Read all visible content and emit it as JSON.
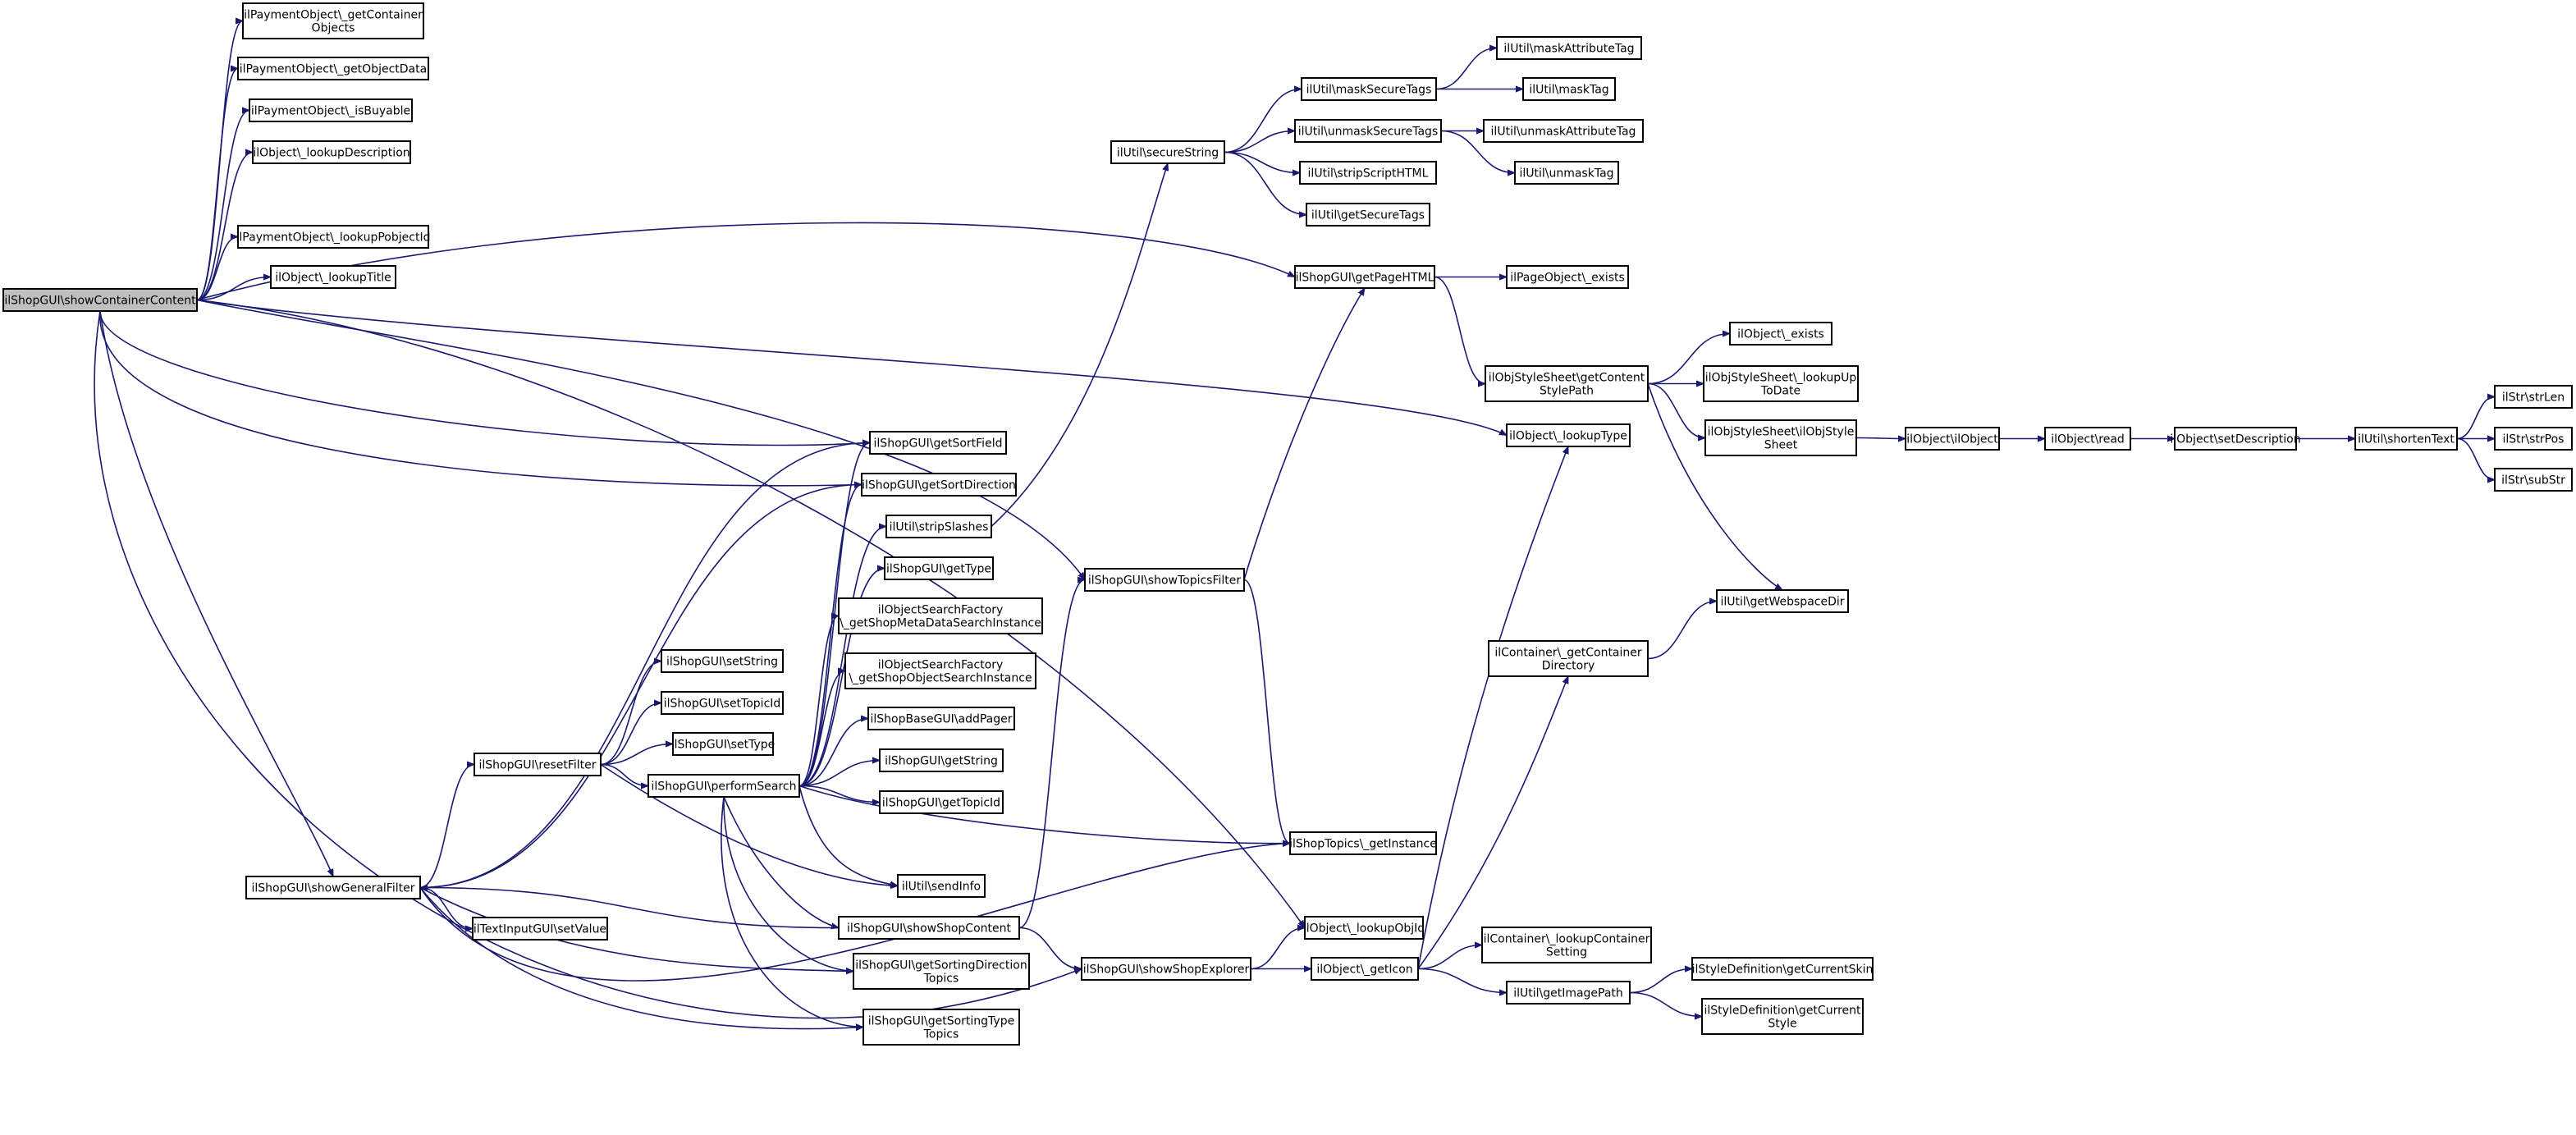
{
  "diagram": {
    "nodes": [
      {
        "id": "n1",
        "label": "ilShopGUI\\showContainerContent",
        "highlight": true
      },
      {
        "id": "n2",
        "label": "ilPaymentObject\\_getContainer\nObjects"
      },
      {
        "id": "n3",
        "label": "ilPaymentObject\\_getObjectData"
      },
      {
        "id": "n4",
        "label": "ilPaymentObject\\_isBuyable"
      },
      {
        "id": "n5",
        "label": "ilObject\\_lookupDescription"
      },
      {
        "id": "n6",
        "label": "ilPaymentObject\\_lookupPobjectId"
      },
      {
        "id": "n7",
        "label": "ilObject\\_lookupTitle"
      },
      {
        "id": "n8",
        "label": "ilShopGUI\\getSortField"
      },
      {
        "id": "n9",
        "label": "ilShopGUI\\getSortDirection"
      },
      {
        "id": "n10",
        "label": "ilUtil\\stripSlashes"
      },
      {
        "id": "n11",
        "label": "ilShopGUI\\getType"
      },
      {
        "id": "n12",
        "label": "ilObjectSearchFactory\n\\_getShopMetaDataSearchInstance"
      },
      {
        "id": "n13",
        "label": "ilObjectSearchFactory\n\\_getShopObjectSearchInstance"
      },
      {
        "id": "n14",
        "label": "ilShopBaseGUI\\addPager"
      },
      {
        "id": "n15",
        "label": "ilShopGUI\\getString"
      },
      {
        "id": "n16",
        "label": "ilShopGUI\\getTopicId"
      },
      {
        "id": "n17",
        "label": "ilShopGUI\\setString"
      },
      {
        "id": "n18",
        "label": "ilShopGUI\\setTopicId"
      },
      {
        "id": "n19",
        "label": "ilShopGUI\\setType"
      },
      {
        "id": "n20",
        "label": "ilShopGUI\\resetFilter"
      },
      {
        "id": "n21",
        "label": "ilShopGUI\\performSearch"
      },
      {
        "id": "n22",
        "label": "ilUtil\\sendInfo"
      },
      {
        "id": "n23",
        "label": "ilShopGUI\\showGeneralFilter"
      },
      {
        "id": "n24",
        "label": "ilTextInputGUI\\setValue"
      },
      {
        "id": "n25",
        "label": "ilShopGUI\\showShopContent"
      },
      {
        "id": "n26",
        "label": "ilShopGUI\\getSortingDirection\nTopics"
      },
      {
        "id": "n27",
        "label": "ilShopGUI\\getSortingType\nTopics"
      },
      {
        "id": "n28",
        "label": "ilUtil\\secureString"
      },
      {
        "id": "n29",
        "label": "ilUtil\\maskSecureTags"
      },
      {
        "id": "n30",
        "label": "ilUtil\\unmaskSecureTags"
      },
      {
        "id": "n31",
        "label": "ilUtil\\stripScriptHTML"
      },
      {
        "id": "n32",
        "label": "ilUtil\\getSecureTags"
      },
      {
        "id": "n33",
        "label": "ilUtil\\maskAttributeTag"
      },
      {
        "id": "n34",
        "label": "ilUtil\\maskTag"
      },
      {
        "id": "n35",
        "label": "ilUtil\\unmaskAttributeTag"
      },
      {
        "id": "n36",
        "label": "ilUtil\\unmaskTag"
      },
      {
        "id": "n37",
        "label": "ilShopGUI\\getPageHTML"
      },
      {
        "id": "n38",
        "label": "ilPageObject\\_exists"
      },
      {
        "id": "n39",
        "label": "ilShopGUI\\showTopicsFilter"
      },
      {
        "id": "n40",
        "label": "ilShopTopics\\_getInstance"
      },
      {
        "id": "n41",
        "label": "ilShopGUI\\showShopExplorer"
      },
      {
        "id": "n42",
        "label": "ilObject\\_lookupObjId"
      },
      {
        "id": "n43",
        "label": "ilObject\\_getIcon"
      },
      {
        "id": "n44",
        "label": "ilObjStyleSheet\\getContent\nStylePath"
      },
      {
        "id": "n45",
        "label": "ilObject\\_lookupType"
      },
      {
        "id": "n46",
        "label": "ilObject\\_exists"
      },
      {
        "id": "n47",
        "label": "ilObjStyleSheet\\_lookupUp\nToDate"
      },
      {
        "id": "n48",
        "label": "ilObjStyleSheet\\ilObjStyle\nSheet"
      },
      {
        "id": "n49",
        "label": "ilUtil\\getWebspaceDir"
      },
      {
        "id": "n50",
        "label": "ilContainer\\_getContainer\nDirectory"
      },
      {
        "id": "n51",
        "label": "ilContainer\\_lookupContainer\nSetting"
      },
      {
        "id": "n52",
        "label": "ilUtil\\getImagePath"
      },
      {
        "id": "n53",
        "label": "ilStyleDefinition\\getCurrentSkin"
      },
      {
        "id": "n54",
        "label": "ilStyleDefinition\\getCurrent\nStyle"
      },
      {
        "id": "n55",
        "label": "ilObject\\ilObject"
      },
      {
        "id": "n56",
        "label": "ilObject\\read"
      },
      {
        "id": "n57",
        "label": "ilObject\\setDescription"
      },
      {
        "id": "n58",
        "label": "ilUtil\\shortenText"
      },
      {
        "id": "n59",
        "label": "ilStr\\strLen"
      },
      {
        "id": "n60",
        "label": "ilStr\\strPos"
      },
      {
        "id": "n61",
        "label": "ilStr\\subStr"
      }
    ],
    "edges": [
      {
        "from": "n1",
        "to": "n2"
      },
      {
        "from": "n1",
        "to": "n3"
      },
      {
        "from": "n1",
        "to": "n4"
      },
      {
        "from": "n1",
        "to": "n5"
      },
      {
        "from": "n1",
        "to": "n6"
      },
      {
        "from": "n1",
        "to": "n7"
      },
      {
        "from": "n1",
        "to": "n8"
      },
      {
        "from": "n1",
        "to": "n9"
      },
      {
        "from": "n1",
        "to": "n23"
      },
      {
        "from": "n1",
        "to": "n37"
      },
      {
        "from": "n1",
        "to": "n39"
      },
      {
        "from": "n1",
        "to": "n45"
      },
      {
        "from": "n1",
        "to": "n42"
      },
      {
        "from": "n1",
        "to": "n41"
      },
      {
        "from": "n23",
        "to": "n8"
      },
      {
        "from": "n23",
        "to": "n9"
      },
      {
        "from": "n23",
        "to": "n20"
      },
      {
        "from": "n23",
        "to": "n24"
      },
      {
        "from": "n23",
        "to": "n26"
      },
      {
        "from": "n23",
        "to": "n27"
      },
      {
        "from": "n23",
        "to": "n40"
      },
      {
        "from": "n20",
        "to": "n17"
      },
      {
        "from": "n20",
        "to": "n18"
      },
      {
        "from": "n20",
        "to": "n19"
      },
      {
        "from": "n20",
        "to": "n21"
      },
      {
        "from": "n20",
        "to": "n22"
      },
      {
        "from": "n21",
        "to": "n8"
      },
      {
        "from": "n21",
        "to": "n9"
      },
      {
        "from": "n21",
        "to": "n10"
      },
      {
        "from": "n21",
        "to": "n11"
      },
      {
        "from": "n21",
        "to": "n12"
      },
      {
        "from": "n21",
        "to": "n13"
      },
      {
        "from": "n21",
        "to": "n14"
      },
      {
        "from": "n21",
        "to": "n15"
      },
      {
        "from": "n21",
        "to": "n16"
      },
      {
        "from": "n21",
        "to": "n22"
      },
      {
        "from": "n21",
        "to": "n25"
      },
      {
        "from": "n21",
        "to": "n26"
      },
      {
        "from": "n21",
        "to": "n27"
      },
      {
        "from": "n21",
        "to": "n40"
      },
      {
        "from": "n25",
        "to": "n23"
      },
      {
        "from": "n25",
        "to": "n39"
      },
      {
        "from": "n25",
        "to": "n41"
      },
      {
        "from": "n10",
        "to": "n28"
      },
      {
        "from": "n28",
        "to": "n29"
      },
      {
        "from": "n28",
        "to": "n30"
      },
      {
        "from": "n28",
        "to": "n31"
      },
      {
        "from": "n28",
        "to": "n32"
      },
      {
        "from": "n29",
        "to": "n33"
      },
      {
        "from": "n29",
        "to": "n34"
      },
      {
        "from": "n30",
        "to": "n35"
      },
      {
        "from": "n30",
        "to": "n36"
      },
      {
        "from": "n39",
        "to": "n37"
      },
      {
        "from": "n39",
        "to": "n40"
      },
      {
        "from": "n37",
        "to": "n38"
      },
      {
        "from": "n37",
        "to": "n44"
      },
      {
        "from": "n41",
        "to": "n42"
      },
      {
        "from": "n41",
        "to": "n43"
      },
      {
        "from": "n43",
        "to": "n45"
      },
      {
        "from": "n43",
        "to": "n50"
      },
      {
        "from": "n43",
        "to": "n51"
      },
      {
        "from": "n43",
        "to": "n52"
      },
      {
        "from": "n44",
        "to": "n46"
      },
      {
        "from": "n44",
        "to": "n47"
      },
      {
        "from": "n44",
        "to": "n48"
      },
      {
        "from": "n44",
        "to": "n49"
      },
      {
        "from": "n48",
        "to": "n55"
      },
      {
        "from": "n55",
        "to": "n56"
      },
      {
        "from": "n56",
        "to": "n57"
      },
      {
        "from": "n57",
        "to": "n58"
      },
      {
        "from": "n58",
        "to": "n59"
      },
      {
        "from": "n58",
        "to": "n60"
      },
      {
        "from": "n58",
        "to": "n61"
      },
      {
        "from": "n50",
        "to": "n49"
      },
      {
        "from": "n52",
        "to": "n53"
      },
      {
        "from": "n52",
        "to": "n54"
      }
    ]
  }
}
